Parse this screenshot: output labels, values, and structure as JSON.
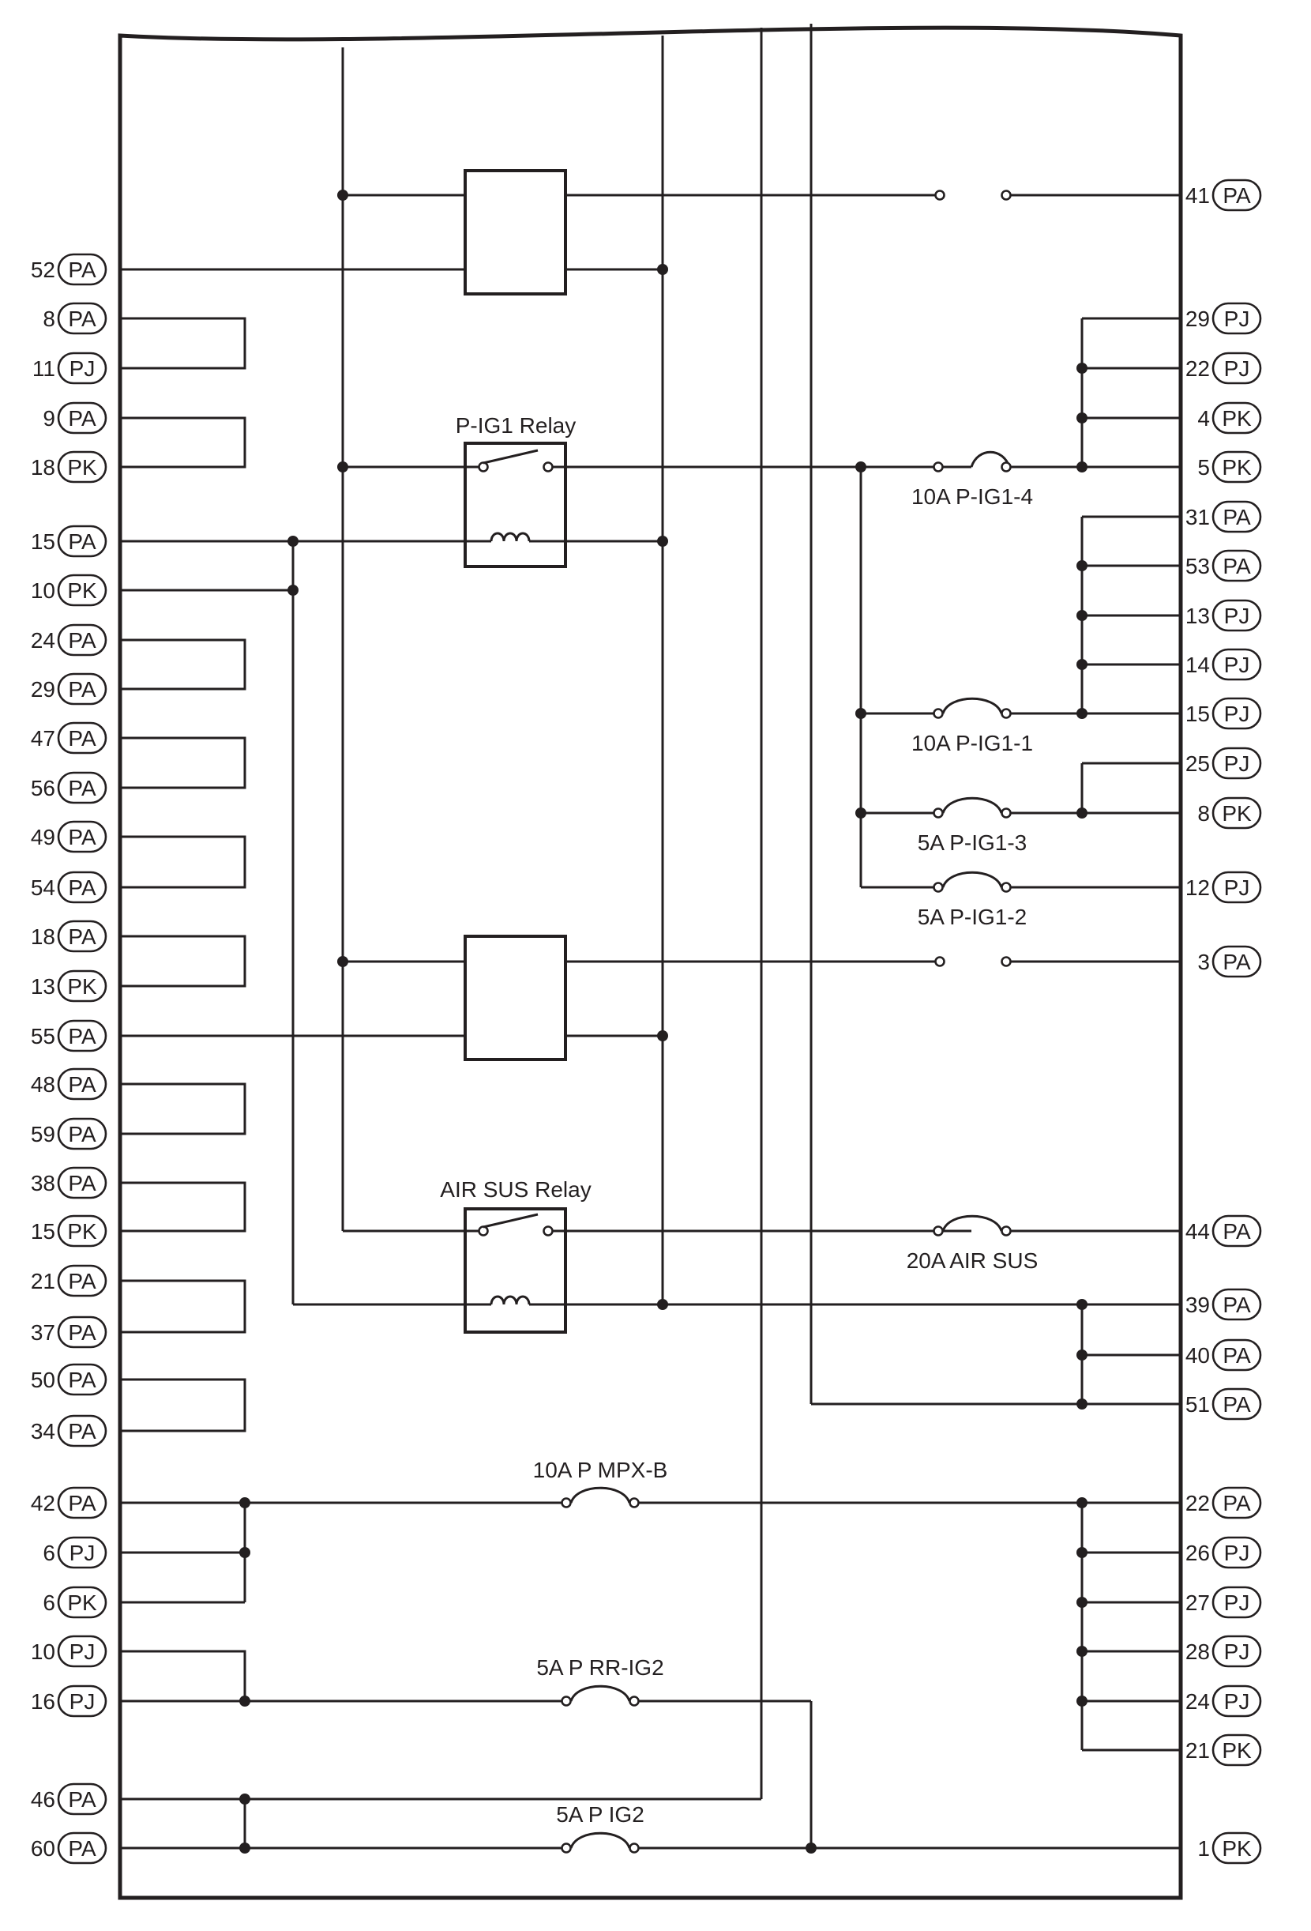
{
  "left_pins": [
    {
      "num": "52",
      "conn": "PA"
    },
    {
      "num": "8",
      "conn": "PA"
    },
    {
      "num": "11",
      "conn": "PJ"
    },
    {
      "num": "9",
      "conn": "PA"
    },
    {
      "num": "18",
      "conn": "PK"
    },
    {
      "num": "15",
      "conn": "PA"
    },
    {
      "num": "10",
      "conn": "PK"
    },
    {
      "num": "24",
      "conn": "PA"
    },
    {
      "num": "29",
      "conn": "PA"
    },
    {
      "num": "47",
      "conn": "PA"
    },
    {
      "num": "56",
      "conn": "PA"
    },
    {
      "num": "49",
      "conn": "PA"
    },
    {
      "num": "54",
      "conn": "PA"
    },
    {
      "num": "18",
      "conn": "PA"
    },
    {
      "num": "13",
      "conn": "PK"
    },
    {
      "num": "55",
      "conn": "PA"
    },
    {
      "num": "48",
      "conn": "PA"
    },
    {
      "num": "59",
      "conn": "PA"
    },
    {
      "num": "38",
      "conn": "PA"
    },
    {
      "num": "15",
      "conn": "PK"
    },
    {
      "num": "21",
      "conn": "PA"
    },
    {
      "num": "37",
      "conn": "PA"
    },
    {
      "num": "50",
      "conn": "PA"
    },
    {
      "num": "34",
      "conn": "PA"
    },
    {
      "num": "42",
      "conn": "PA"
    },
    {
      "num": "6",
      "conn": "PJ"
    },
    {
      "num": "6",
      "conn": "PK"
    },
    {
      "num": "10",
      "conn": "PJ"
    },
    {
      "num": "16",
      "conn": "PJ"
    },
    {
      "num": "46",
      "conn": "PA"
    },
    {
      "num": "60",
      "conn": "PA"
    }
  ],
  "right_pins": [
    {
      "num": "41",
      "conn": "PA"
    },
    {
      "num": "29",
      "conn": "PJ"
    },
    {
      "num": "22",
      "conn": "PJ"
    },
    {
      "num": "4",
      "conn": "PK"
    },
    {
      "num": "5",
      "conn": "PK"
    },
    {
      "num": "31",
      "conn": "PA"
    },
    {
      "num": "53",
      "conn": "PA"
    },
    {
      "num": "13",
      "conn": "PJ"
    },
    {
      "num": "14",
      "conn": "PJ"
    },
    {
      "num": "15",
      "conn": "PJ"
    },
    {
      "num": "25",
      "conn": "PJ"
    },
    {
      "num": "8",
      "conn": "PK"
    },
    {
      "num": "12",
      "conn": "PJ"
    },
    {
      "num": "3",
      "conn": "PA"
    },
    {
      "num": "44",
      "conn": "PA"
    },
    {
      "num": "39",
      "conn": "PA"
    },
    {
      "num": "40",
      "conn": "PA"
    },
    {
      "num": "51",
      "conn": "PA"
    },
    {
      "num": "22",
      "conn": "PA"
    },
    {
      "num": "26",
      "conn": "PJ"
    },
    {
      "num": "27",
      "conn": "PJ"
    },
    {
      "num": "28",
      "conn": "PJ"
    },
    {
      "num": "24",
      "conn": "PJ"
    },
    {
      "num": "21",
      "conn": "PK"
    },
    {
      "num": "1",
      "conn": "PK"
    }
  ],
  "relays": {
    "pig1": "P-IG1 Relay",
    "airsus": "AIR SUS Relay"
  },
  "fuses": {
    "pig1_4": "10A P-IG1-4",
    "pig1_1": "10A P-IG1-1",
    "pig1_3": "5A P-IG1-3",
    "pig1_2": "5A P-IG1-2",
    "airsus": "20A AIR SUS",
    "mpxb": "10A P MPX-B",
    "rrig2": "5A P RR-IG2",
    "ig2": "5A P IG2"
  }
}
